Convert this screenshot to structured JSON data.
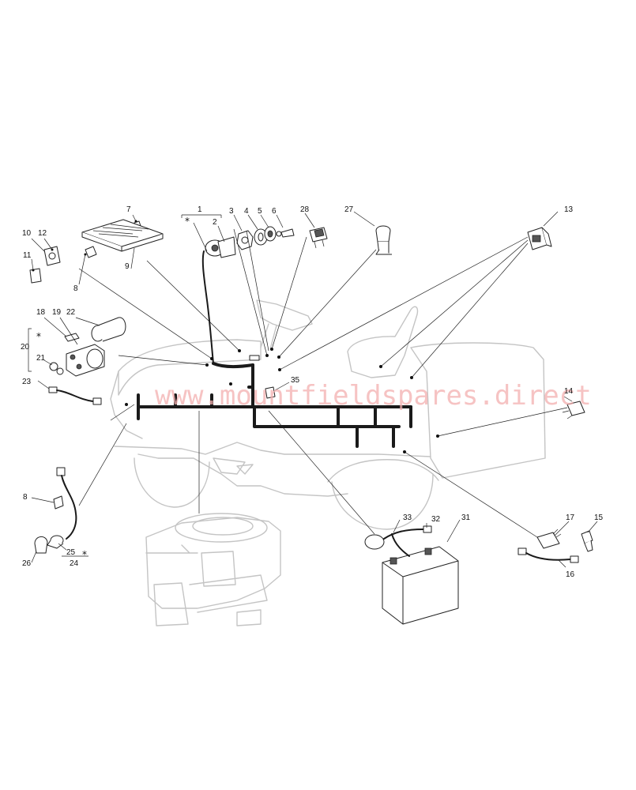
{
  "watermark": "www.mountfieldspares.direct",
  "asterisk": "*",
  "callouts": [
    {
      "id": "c1",
      "text": "1"
    },
    {
      "id": "c2",
      "text": "2"
    },
    {
      "id": "c3",
      "text": "3"
    },
    {
      "id": "c4",
      "text": "4"
    },
    {
      "id": "c5",
      "text": "5"
    },
    {
      "id": "c6",
      "text": "6"
    },
    {
      "id": "c7",
      "text": "7"
    },
    {
      "id": "c8a",
      "text": "8"
    },
    {
      "id": "c8b",
      "text": "8"
    },
    {
      "id": "c9",
      "text": "9"
    },
    {
      "id": "c10",
      "text": "10"
    },
    {
      "id": "c11",
      "text": "11"
    },
    {
      "id": "c12",
      "text": "12"
    },
    {
      "id": "c13",
      "text": "13"
    },
    {
      "id": "c14",
      "text": "14"
    },
    {
      "id": "c15",
      "text": "15"
    },
    {
      "id": "c16",
      "text": "16"
    },
    {
      "id": "c17",
      "text": "17"
    },
    {
      "id": "c18",
      "text": "18"
    },
    {
      "id": "c19",
      "text": "19"
    },
    {
      "id": "c20",
      "text": "20"
    },
    {
      "id": "c21",
      "text": "21"
    },
    {
      "id": "c22",
      "text": "22"
    },
    {
      "id": "c23",
      "text": "23"
    },
    {
      "id": "c24",
      "text": "24"
    },
    {
      "id": "c25",
      "text": "25"
    },
    {
      "id": "c26",
      "text": "26"
    },
    {
      "id": "c27",
      "text": "27"
    },
    {
      "id": "c28",
      "text": "28"
    },
    {
      "id": "c31",
      "text": "31"
    },
    {
      "id": "c32",
      "text": "32"
    },
    {
      "id": "c33",
      "text": "33"
    },
    {
      "id": "c35",
      "text": "35"
    }
  ]
}
